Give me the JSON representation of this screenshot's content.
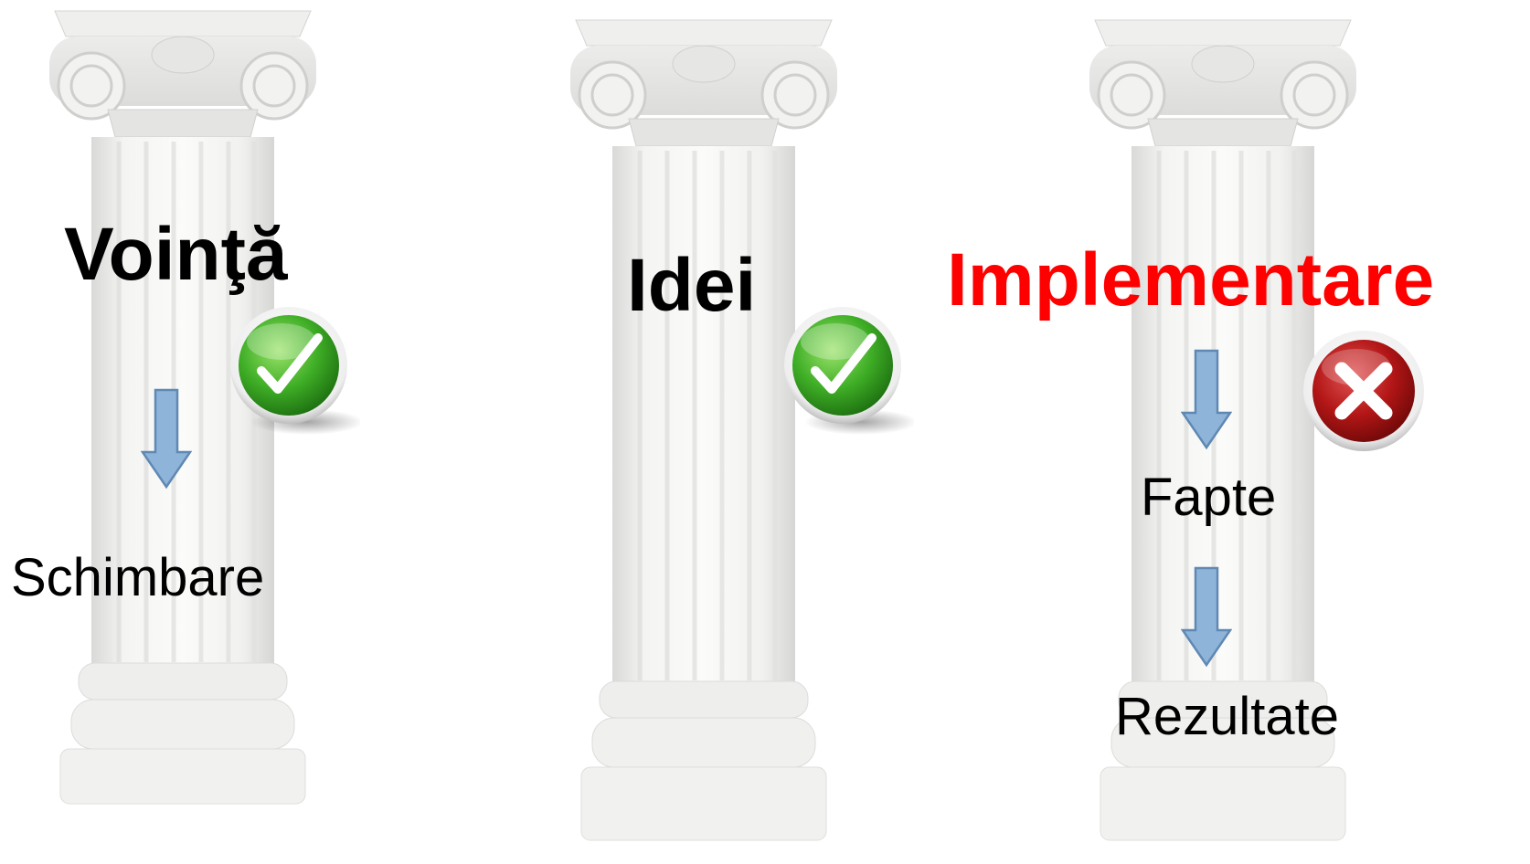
{
  "pillars": [
    {
      "title": "Voinţă",
      "title_color": "#000000",
      "status": "check",
      "status_icon": "check-icon",
      "results": [
        "Schimbare"
      ]
    },
    {
      "title": "Idei",
      "title_color": "#000000",
      "status": "check",
      "status_icon": "check-icon",
      "results": []
    },
    {
      "title": "Implementare",
      "title_color": "#ff0000",
      "status": "cross",
      "status_icon": "cross-icon",
      "results": [
        "Fapte",
        "Rezultate"
      ]
    }
  ],
  "colors": {
    "accent_red": "#ff0000",
    "check_green": "#2f9a1f",
    "cross_red": "#b81414",
    "arrow_fill": "#8fb4d9",
    "arrow_stroke": "#5f88b3"
  }
}
